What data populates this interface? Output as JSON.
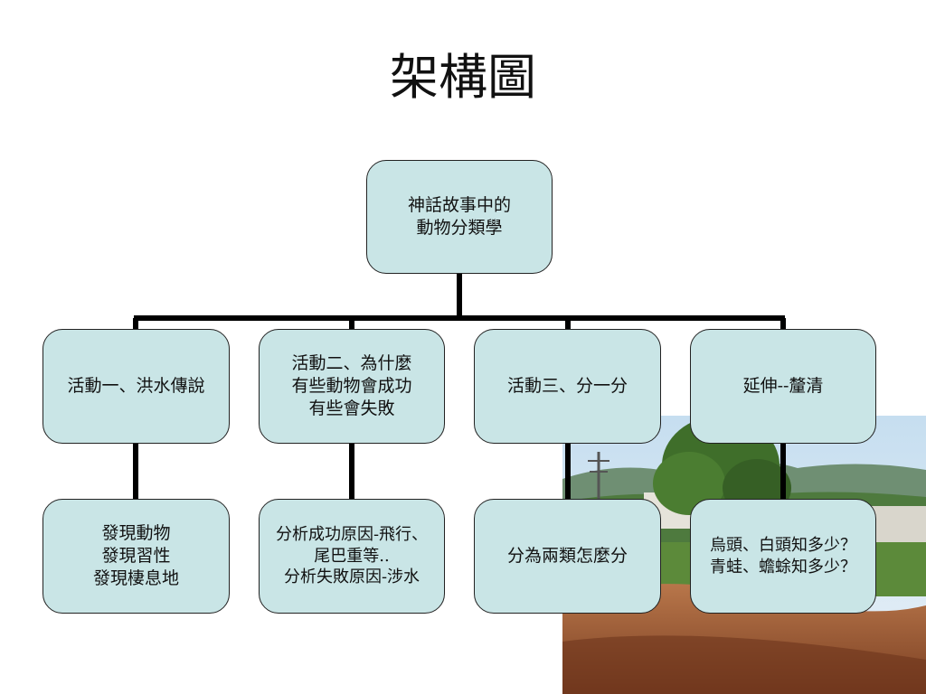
{
  "title": "架構圖",
  "diagram": {
    "root": "神話故事中的\n動物分類學",
    "activities": [
      {
        "label": "活動一、洪水傳說",
        "detail": "發現動物\n發現習性\n發現棲息地"
      },
      {
        "label": "活動二、為什麼\n有些動物會成功\n有些會失敗",
        "detail": "分析成功原因-飛行、\n尾巴重等..\n 分析失敗原因-涉水"
      },
      {
        "label": "活動三、分一分",
        "detail": "分為兩類怎麼分"
      },
      {
        "label": "延伸--釐清",
        "detail": "烏頭、白頭知多少？\n青蛙、蟾蜍知多少？"
      }
    ]
  }
}
